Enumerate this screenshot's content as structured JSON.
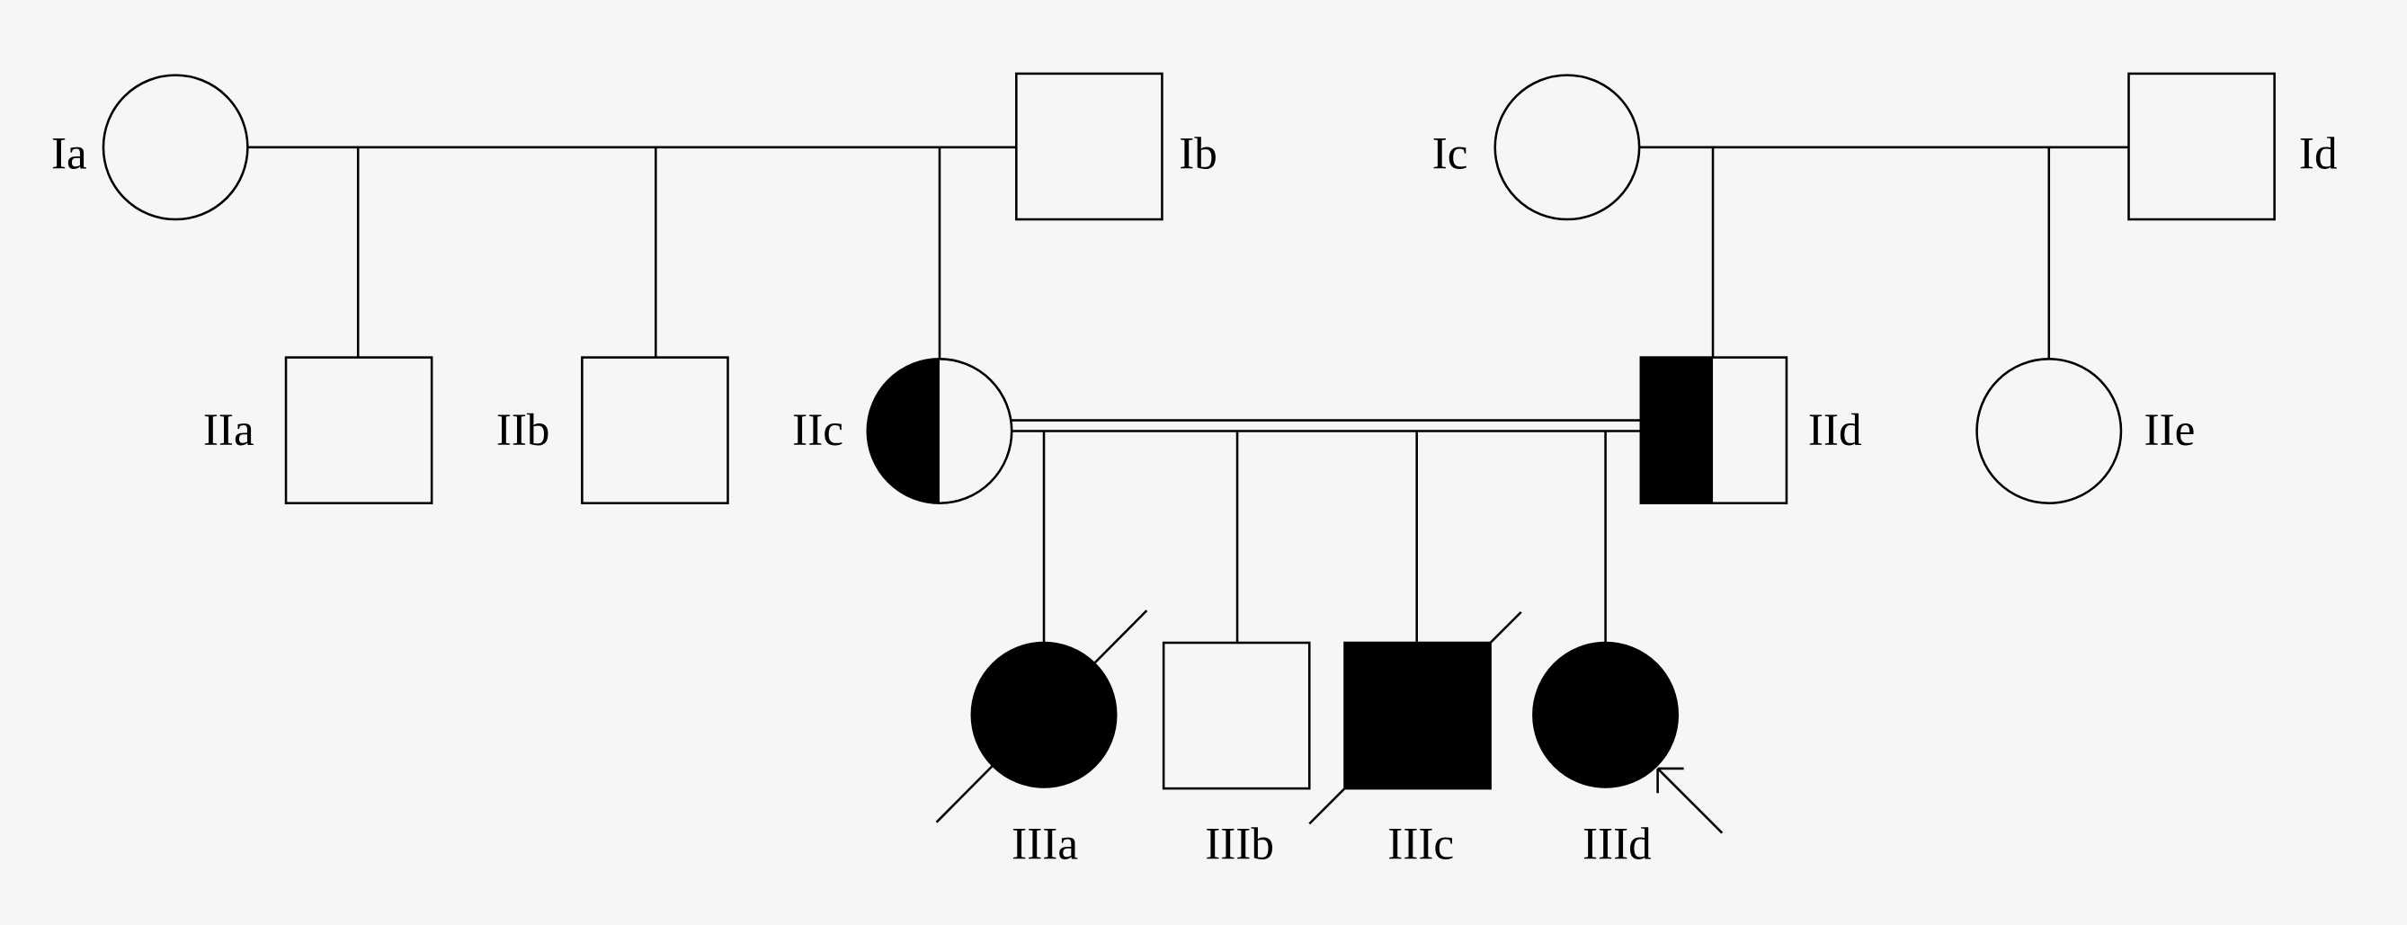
{
  "pedigree": {
    "generation_1": {
      "Ia": {
        "label": "Ia",
        "sex": "female",
        "status": "unaffected"
      },
      "Ib": {
        "label": "Ib",
        "sex": "male",
        "status": "unaffected"
      },
      "Ic": {
        "label": "Ic",
        "sex": "female",
        "status": "unaffected"
      },
      "Id": {
        "label": "Id",
        "sex": "male",
        "status": "unaffected"
      }
    },
    "generation_2": {
      "IIa": {
        "label": "IIa",
        "sex": "male",
        "status": "unaffected"
      },
      "IIb": {
        "label": "IIb",
        "sex": "male",
        "status": "unaffected"
      },
      "IIc": {
        "label": "IIc",
        "sex": "female",
        "status": "carrier"
      },
      "IId": {
        "label": "IId",
        "sex": "male",
        "status": "carrier"
      },
      "IIe": {
        "label": "IIe",
        "sex": "female",
        "status": "unaffected"
      }
    },
    "generation_3": {
      "IIIa": {
        "label": "IIIa",
        "sex": "female",
        "status": "affected",
        "deceased": true
      },
      "IIIb": {
        "label": "IIIb",
        "sex": "male",
        "status": "unaffected"
      },
      "IIIc": {
        "label": "IIIc",
        "sex": "male",
        "status": "affected",
        "deceased": true
      },
      "IIId": {
        "label": "IIId",
        "sex": "female",
        "status": "affected",
        "proband": true
      }
    },
    "consanguineous_union": [
      "IIc",
      "IId"
    ]
  }
}
